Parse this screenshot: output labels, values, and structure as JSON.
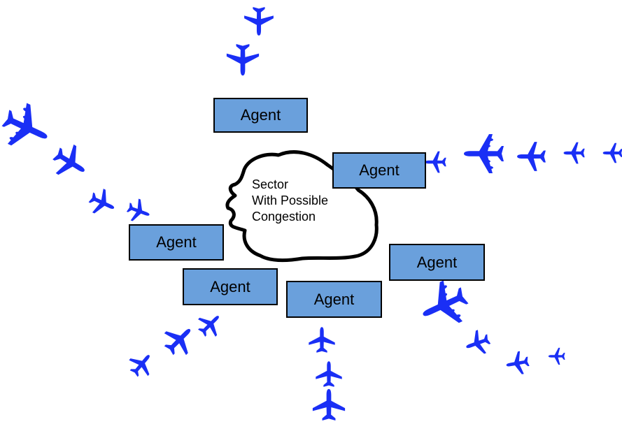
{
  "diagram": {
    "agents": [
      {
        "label": "Agent"
      },
      {
        "label": "Agent"
      },
      {
        "label": "Agent"
      },
      {
        "label": "Agent"
      },
      {
        "label": "Agent"
      },
      {
        "label": "Agent"
      }
    ],
    "sector": {
      "lines": [
        "Sector",
        "With Possible",
        "Congestion"
      ]
    },
    "aircraft_icon": "airplane-icon",
    "colors": {
      "aircraft": "#1a2ff5",
      "agent_fill": "#6aa0dc",
      "outline": "#000000",
      "background": "#ffffff"
    }
  }
}
